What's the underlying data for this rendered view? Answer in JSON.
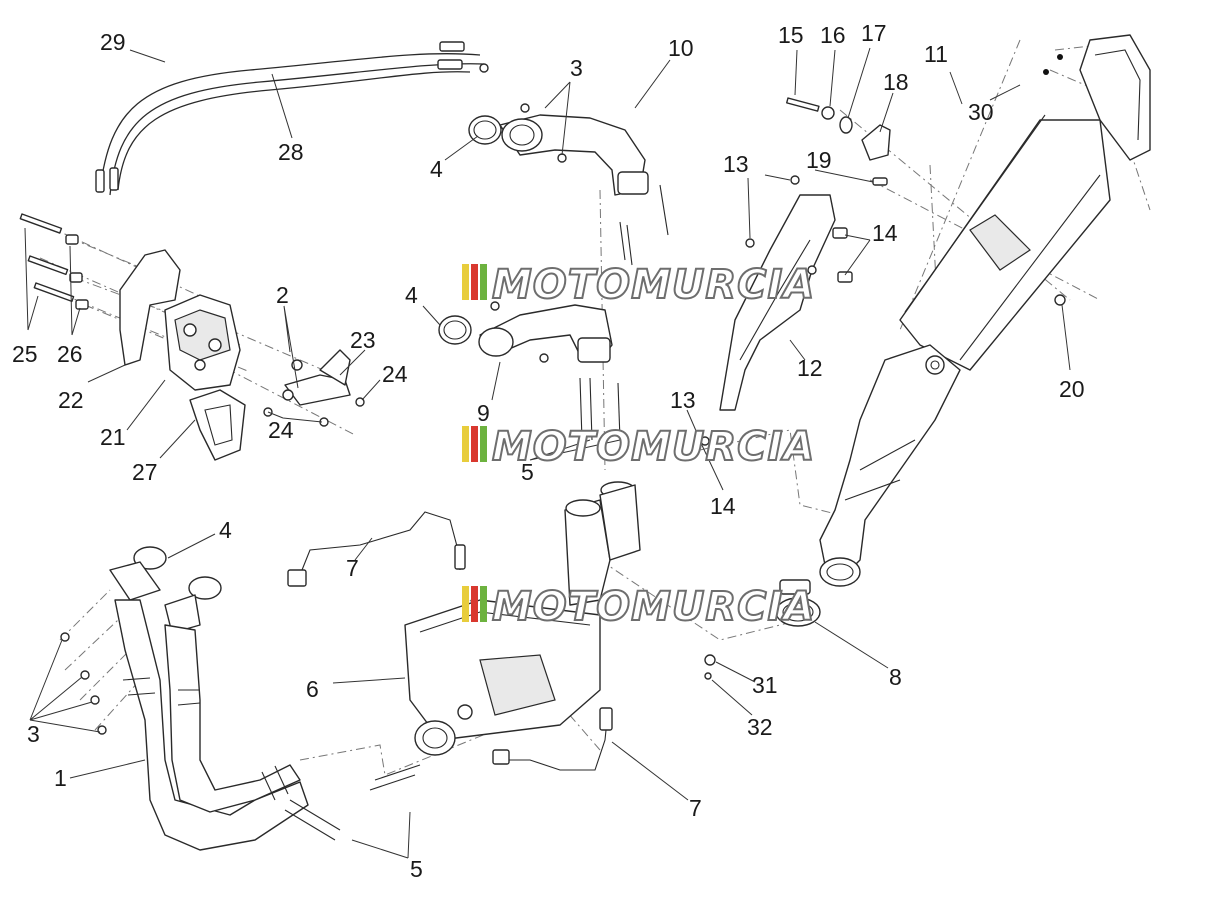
{
  "diagram": {
    "callouts": [
      {
        "id": "c29",
        "text": "29"
      },
      {
        "id": "c28",
        "text": "28"
      },
      {
        "id": "c3a",
        "text": "3"
      },
      {
        "id": "c10",
        "text": "10"
      },
      {
        "id": "c4a",
        "text": "4"
      },
      {
        "id": "c15",
        "text": "15"
      },
      {
        "id": "c16",
        "text": "16"
      },
      {
        "id": "c17",
        "text": "17"
      },
      {
        "id": "c11",
        "text": "11"
      },
      {
        "id": "c18",
        "text": "18"
      },
      {
        "id": "c30",
        "text": "30"
      },
      {
        "id": "c13a",
        "text": "13"
      },
      {
        "id": "c19",
        "text": "19"
      },
      {
        "id": "c14a",
        "text": "14"
      },
      {
        "id": "c2",
        "text": "2"
      },
      {
        "id": "c4b",
        "text": "4"
      },
      {
        "id": "c23",
        "text": "23"
      },
      {
        "id": "c24a",
        "text": "24"
      },
      {
        "id": "c12",
        "text": "12"
      },
      {
        "id": "c20",
        "text": "20"
      },
      {
        "id": "c25",
        "text": "25"
      },
      {
        "id": "c26",
        "text": "26"
      },
      {
        "id": "c22",
        "text": "22"
      },
      {
        "id": "c9",
        "text": "9"
      },
      {
        "id": "c13b",
        "text": "13"
      },
      {
        "id": "c21",
        "text": "21"
      },
      {
        "id": "c24b",
        "text": "24"
      },
      {
        "id": "c5a",
        "text": "5"
      },
      {
        "id": "c27",
        "text": "27"
      },
      {
        "id": "c14b",
        "text": "14"
      },
      {
        "id": "c4c",
        "text": "4"
      },
      {
        "id": "c7a",
        "text": "7"
      },
      {
        "id": "c8",
        "text": "8"
      },
      {
        "id": "c31",
        "text": "31"
      },
      {
        "id": "c6",
        "text": "6"
      },
      {
        "id": "c32",
        "text": "32"
      },
      {
        "id": "c3b",
        "text": "3"
      },
      {
        "id": "c1",
        "text": "1"
      },
      {
        "id": "c7b",
        "text": "7"
      },
      {
        "id": "c5b",
        "text": "5"
      }
    ],
    "watermark": "MOTOMURCIA"
  },
  "colors": {
    "background": "#ffffff",
    "line": "#2a2a2a",
    "watermark_stripes": [
      "#e8cd3c",
      "#d9382f",
      "#6db23f"
    ]
  }
}
